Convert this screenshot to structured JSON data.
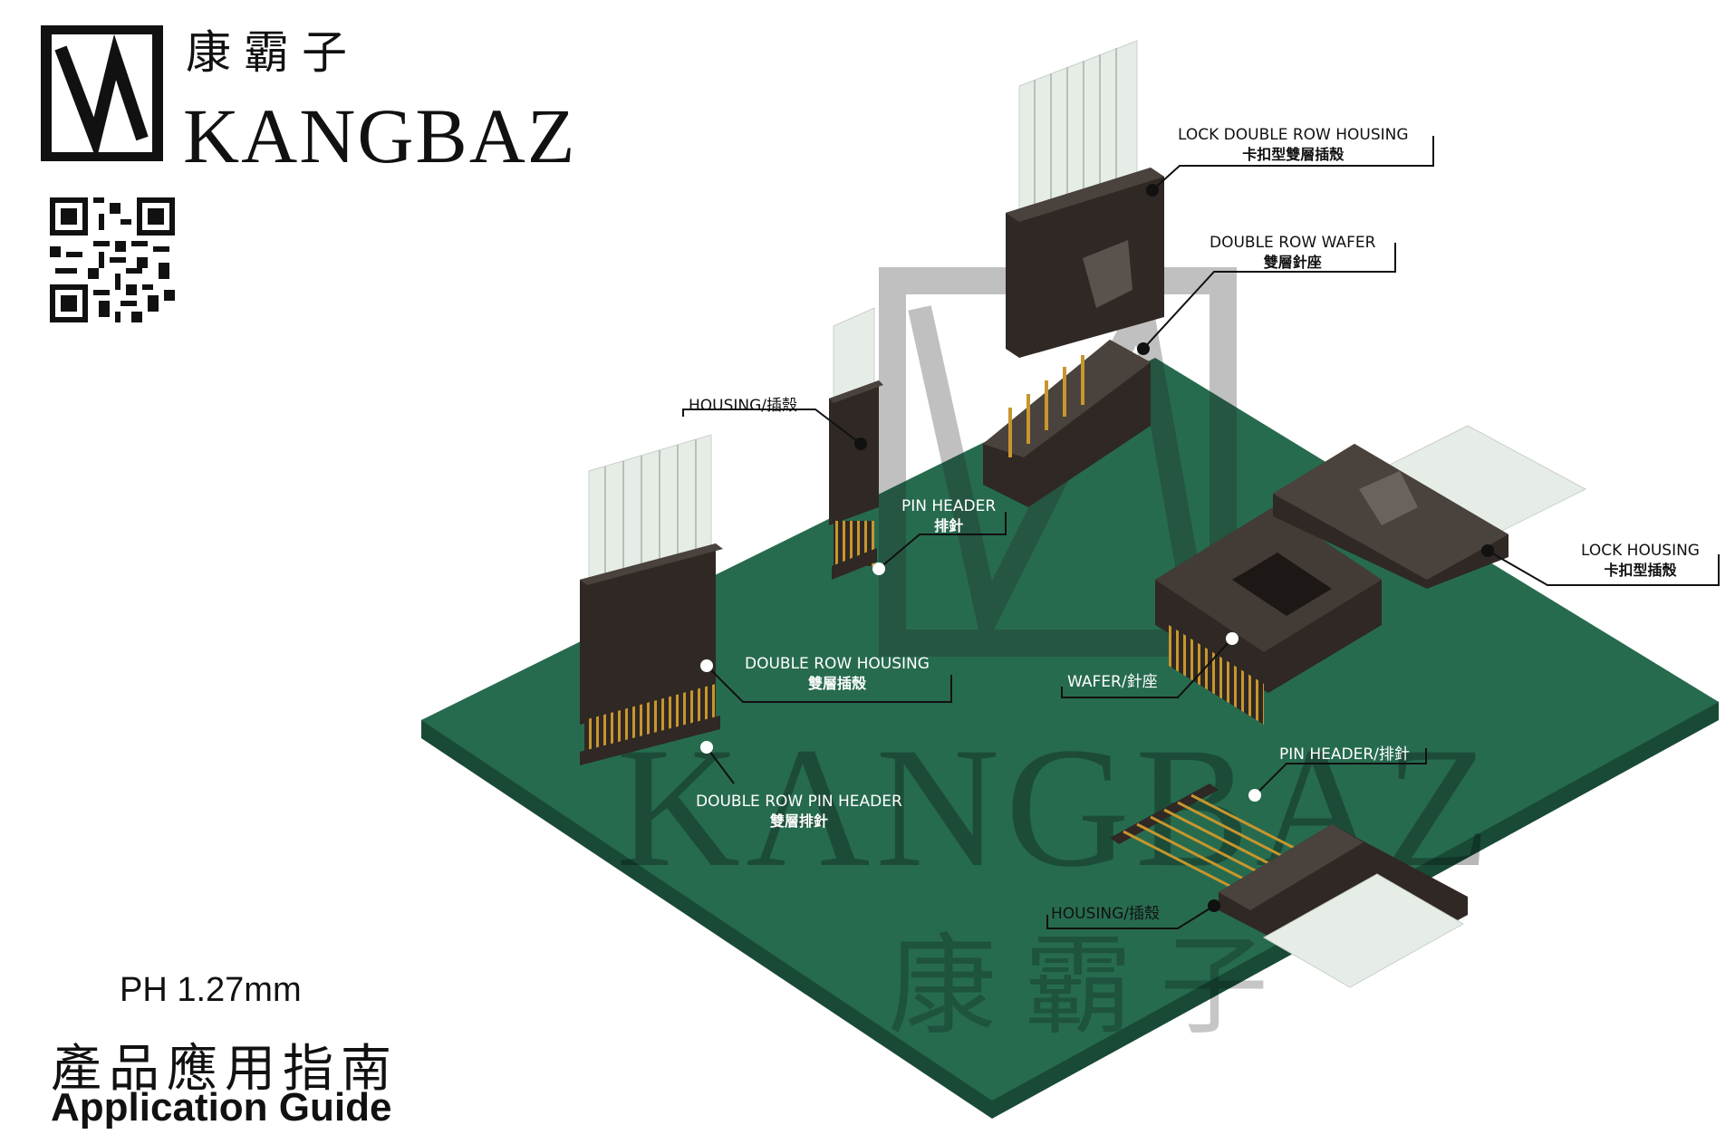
{
  "brand": {
    "name_cn": "康霸子",
    "name_en": "KANGBAZ"
  },
  "watermark": {
    "name_en": "KANGBAZ",
    "name_cn": "康霸子"
  },
  "footer": {
    "pitch": "PH 1.27mm",
    "title_cn": "產品應用指南",
    "title_en": "Application Guide"
  },
  "callouts": {
    "lock_double_row_housing": {
      "en": "LOCK DOUBLE ROW HOUSING",
      "cn": "卡扣型雙層插殼"
    },
    "double_row_wafer": {
      "en": "DOUBLE ROW WAFER",
      "cn": "雙層針座"
    },
    "housing_top": {
      "en": "HOUSING/插殼"
    },
    "pin_header_top": {
      "en": "PIN HEADER",
      "cn": "排針"
    },
    "lock_housing": {
      "en": "LOCK HOUSING",
      "cn": "卡扣型插殼"
    },
    "double_row_housing": {
      "en": "DOUBLE ROW HOUSING",
      "cn": "雙層插殼"
    },
    "wafer": {
      "en": "WAFER/針座"
    },
    "double_row_pin_header": {
      "en": "DOUBLE ROW PIN HEADER",
      "cn": "雙層排針"
    },
    "pin_header_bottom": {
      "en": "PIN HEADER/排針"
    },
    "housing_bottom": {
      "en": "HOUSING/插殼"
    }
  },
  "colors": {
    "pcb_top": "#276b4f",
    "pcb_side": "#184a36",
    "connector": "#2f2824",
    "pin": "#c7962e",
    "ribbon": "#e6ece6"
  },
  "icons": [
    "kangbaz-logo-icon",
    "qr-code-icon"
  ]
}
